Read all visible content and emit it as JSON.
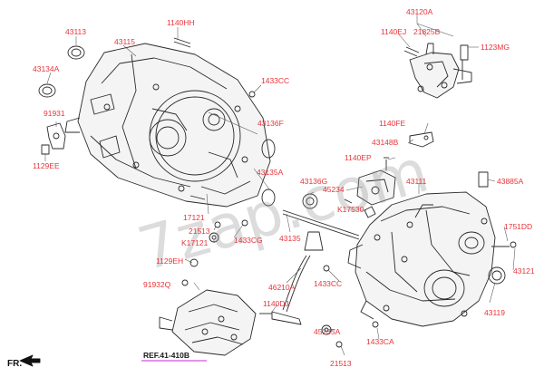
{
  "watermark": "7zap.com",
  "ref": "REF.41-410B",
  "front_marker": "FR.",
  "colors": {
    "label": "#e8343a",
    "line": "#2a2a2a",
    "ref_underline": "#c02bd6",
    "leader": "#555555"
  },
  "labels": [
    "43113",
    "43115",
    "1140HH",
    "43134A",
    "91931",
    "1129EE",
    "1433CC",
    "43136F",
    "43135A",
    "17121",
    "21513",
    "K17121",
    "1433CG",
    "43135",
    "1129EH",
    "91932Q",
    "46210A",
    "1140DJ",
    "1433CC",
    "45235A",
    "21513",
    "1433CA",
    "43120A",
    "1140EJ",
    "21825B",
    "1123MG",
    "1140FE",
    "43148B",
    "1140EP",
    "43136G",
    "45234",
    "K17530",
    "43111",
    "43885A",
    "1751DD",
    "43121",
    "43119"
  ]
}
